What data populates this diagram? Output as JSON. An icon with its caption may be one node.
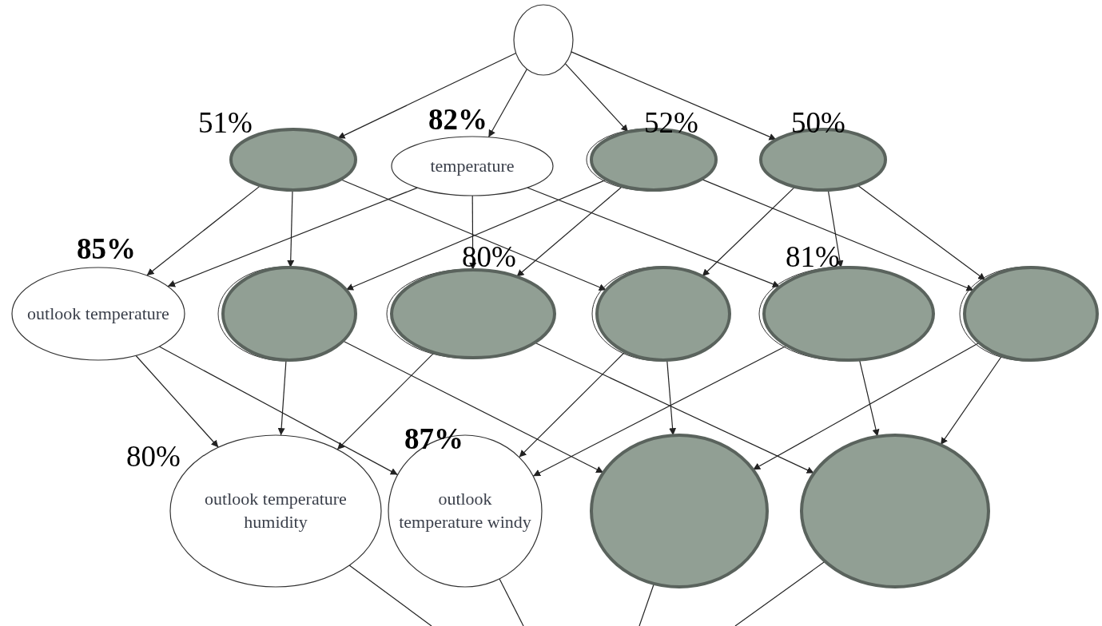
{
  "diagram": {
    "nodes": [
      {
        "text": [],
        "shape": "ellipse"
      },
      {
        "text": [],
        "shape": "ellipse",
        "beside": [
          "51%"
        ]
      },
      {
        "text": [
          "temperature"
        ],
        "beside": [
          "82%"
        ]
      },
      {
        "text": [],
        "shape": "ellipse",
        "beside": [
          "52%"
        ]
      },
      {
        "text": [],
        "shape": "ellipse",
        "beside": [
          "50%"
        ]
      },
      {
        "text": [
          "outlook temperature"
        ],
        "beside": [
          "85%"
        ]
      },
      {
        "text": [],
        "shape": "ellipse"
      },
      {
        "text": [],
        "shape": "ellipse",
        "beside": [
          "80%"
        ]
      },
      {
        "text": [],
        "shape": "ellipse"
      },
      {
        "text": [],
        "shape": "ellipse",
        "beside": [
          "81%"
        ]
      },
      {
        "text": [],
        "shape": "ellipse"
      },
      {
        "text": [
          "outlook temperature humidity"
        ],
        "beside": [
          "80%"
        ]
      },
      {
        "text": [
          "outlook temperature windy"
        ],
        "beside": [
          "87%"
        ]
      },
      {
        "text": [],
        "shape": "ellipse"
      },
      {
        "text": [],
        "shape": "ellipse"
      }
    ],
    "edges": [
      {
        "from": 0,
        "to": 1,
        "arrow": "to"
      },
      {
        "from": 0,
        "to": 2,
        "arrow": "to"
      },
      {
        "from": 0,
        "to": 3,
        "arrow": "to"
      },
      {
        "from": 0,
        "to": 4,
        "arrow": "to"
      },
      {
        "from": 1,
        "to": 5,
        "arrow": "to"
      },
      {
        "from": 1,
        "to": 6,
        "arrow": "to"
      },
      {
        "from": 1,
        "to": 8,
        "arrow": "to"
      },
      {
        "from": 2,
        "to": 5,
        "arrow": "to"
      },
      {
        "from": 2,
        "to": 7,
        "arrow": "to"
      },
      {
        "from": 2,
        "to": 9,
        "arrow": "to"
      },
      {
        "from": 3,
        "to": 6,
        "arrow": "to"
      },
      {
        "from": 3,
        "to": 7,
        "arrow": "to"
      },
      {
        "from": 3,
        "to": 10,
        "arrow": "to"
      },
      {
        "from": 4,
        "to": 8,
        "arrow": "to"
      },
      {
        "from": 4,
        "to": 9,
        "arrow": "to"
      },
      {
        "from": 4,
        "to": 10,
        "arrow": "to"
      },
      {
        "from": 5,
        "to": 11,
        "arrow": "to"
      },
      {
        "from": 5,
        "to": 12,
        "arrow": "to"
      },
      {
        "from": 6,
        "to": 11,
        "arrow": "to"
      },
      {
        "from": 6,
        "to": 13,
        "arrow": "to"
      },
      {
        "from": 7,
        "to": 11,
        "arrow": "to"
      },
      {
        "from": 7,
        "to": 14,
        "arrow": "to"
      },
      {
        "from": 8,
        "to": 12,
        "arrow": "to"
      },
      {
        "from": 8,
        "to": 13,
        "arrow": "to"
      },
      {
        "from": 9,
        "to": 12,
        "arrow": "to"
      },
      {
        "from": 9,
        "to": 14,
        "arrow": "to"
      },
      {
        "from": 10,
        "to": 13,
        "arrow": "to"
      },
      {
        "from": 10,
        "to": 14,
        "arrow": "to"
      },
      {
        "from": 11,
        "to": null,
        "arrow": "none"
      },
      {
        "from": 12,
        "to": null,
        "arrow": "none"
      },
      {
        "from": 13,
        "to": null,
        "arrow": "none"
      },
      {
        "from": 14,
        "to": null,
        "arrow": "none"
      }
    ]
  }
}
